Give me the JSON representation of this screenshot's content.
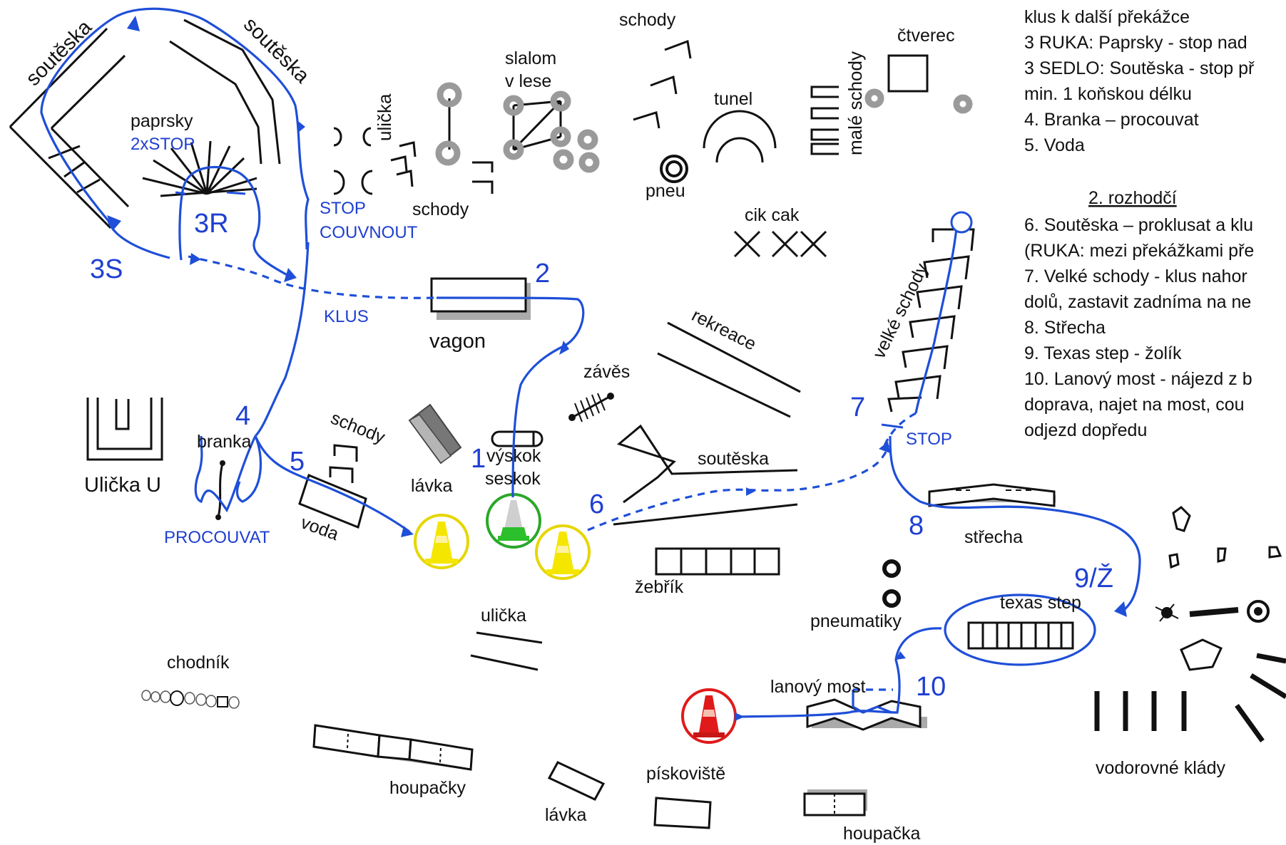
{
  "obstacles": {
    "soutesk_left": "soutěska",
    "soutesk_right": "soutěska",
    "paprsky": "paprsky",
    "ulicka_top": "ulička",
    "schody_a": "schody",
    "slalom_1": "slalom",
    "slalom_2": "v lese",
    "schody_top": "schody",
    "tunel": "tunel",
    "pneu": "pneu",
    "male_schody": "malé schody",
    "ctverec": "čtverec",
    "cik_cak": "cik cak",
    "vagon": "vagon",
    "zaves": "závěs",
    "rekreace": "rekreace",
    "velke_schody": "velké schody",
    "ulicka_u": "Ulička U",
    "branka": "branka",
    "schody_b": "schody",
    "lavka_a": "lávka",
    "vyskok_1": "výskok",
    "vyskok_2": "seskok",
    "voda": "voda",
    "soutesk_mid": "soutěska",
    "strecha": "střecha",
    "zebrik": "žebřík",
    "ulicka_bottom": "ulička",
    "pneumatiky": "pneumatiky",
    "texas_step": "texas step",
    "chodnik": "chodník",
    "lanovy_most": "lanový most",
    "houpacky": "houpačky",
    "lavka_b": "lávka",
    "piskoviste": "pískoviště",
    "houpacka": "houpačka",
    "vodorovne_klady": "vodorovné klády"
  },
  "route": {
    "stop_2x": "2xSTOP",
    "stop_couvnout_1": "STOP",
    "stop_couvnout_2": "COUVNOUT",
    "klus": "KLUS",
    "procouvat": "PROCOUVAT",
    "stop_7": "STOP",
    "n_3s": "3S",
    "n_3r": "3R",
    "n_2": "2",
    "n_1": "1",
    "n_4": "4",
    "n_5": "5",
    "n_6": "6",
    "n_7": "7",
    "n_8": "8",
    "n_9": "9/Ž",
    "n_10": "10"
  },
  "instructions": {
    "judge2_heading": "2. rozhodčí",
    "lines": [
      "klus k další překážce",
      "3 RUKA: Paprsky - stop nad",
      "3 SEDLO: Soutěska - stop př",
      "min. 1 koňskou délku",
      "4. Branka – procouvat",
      "5. Voda",
      "",
      "",
      "6. Soutěska – proklusat a klu",
      "(RUKA: mezi překážkami pře",
      "7. Velké schody - klus nahor",
      "dolů, zastavit zadníma na ne",
      "8. Střecha",
      "9. Texas step - žolík",
      "10. Lanový most - nájezd z b",
      "doprava, najet na most, cou",
      "odjezd dopředu"
    ]
  },
  "colors": {
    "route": "#1f4fd8",
    "obstacle": "#111111",
    "grey_obstacle": "#9a9a9a",
    "cone_start": "#29b229",
    "cone_mid": "#f2e200",
    "cone_finish": "#e01a1a"
  }
}
